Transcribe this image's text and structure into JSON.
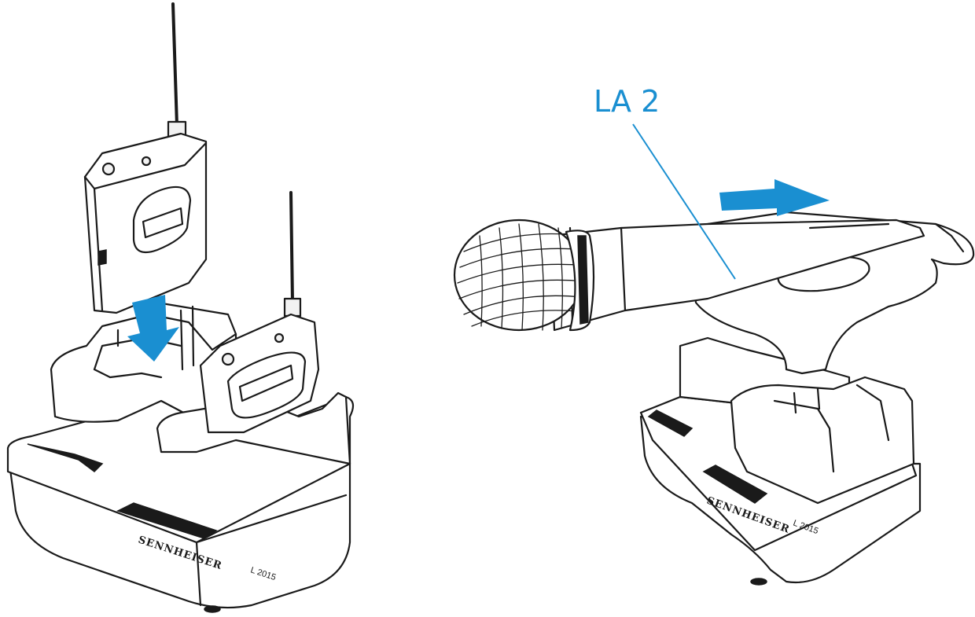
{
  "callout": {
    "label": "LA 2"
  },
  "left_charger": {
    "brand": "SENNHEISER",
    "model": "L 2015"
  },
  "right_charger": {
    "brand": "SENNHEISER",
    "model": "L 2015"
  },
  "colors": {
    "arrow": "#1a8fd1",
    "callout": "#1a8fd1",
    "outline": "#1a1a1a"
  }
}
